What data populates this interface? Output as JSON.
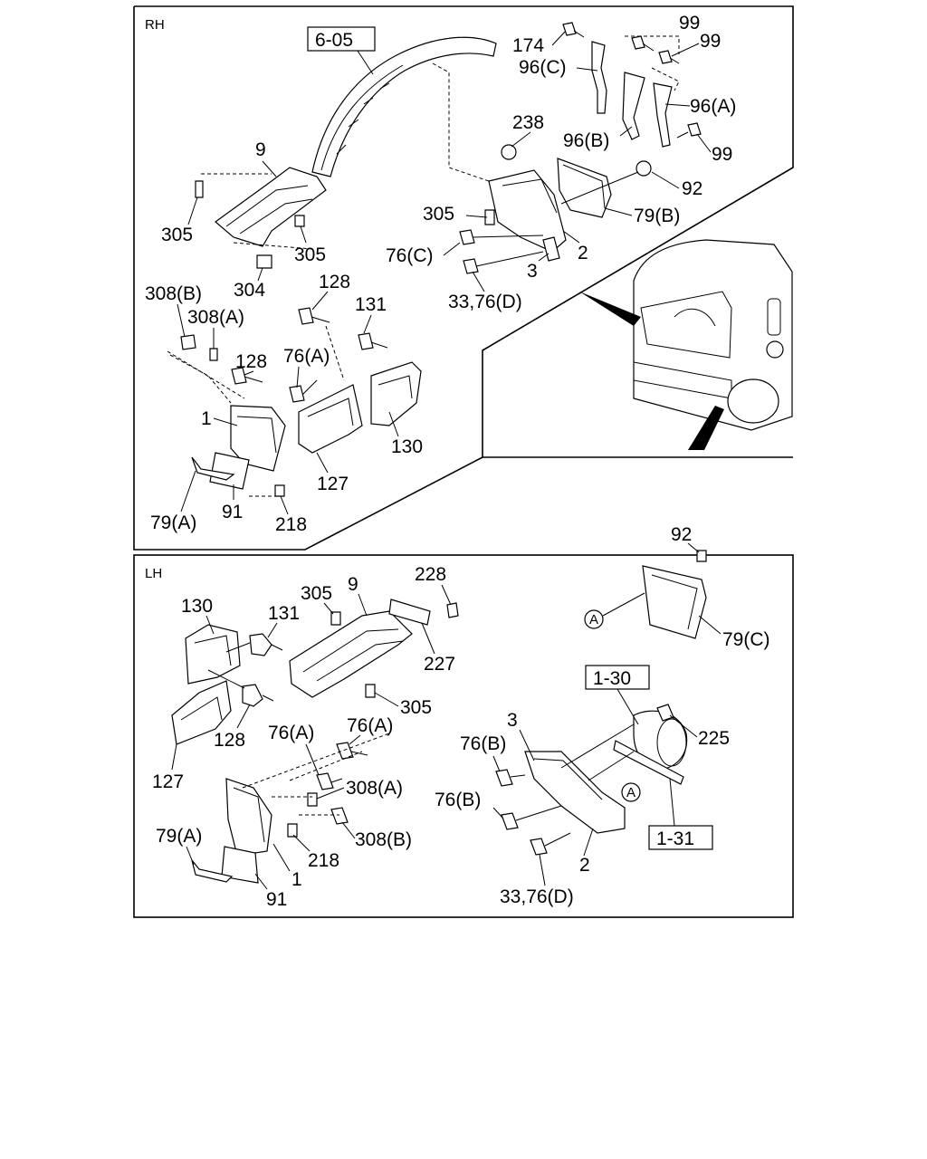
{
  "rh_panel": {
    "title": "RH",
    "ref_box": "6-05",
    "callouts": [
      "99",
      "174",
      "99",
      "96(C)",
      "96(A)",
      "238",
      "96(B)",
      "99",
      "9",
      "92",
      "305",
      "79(B)",
      "305",
      "305",
      "2",
      "76(C)",
      "3",
      "304",
      "33,76(D)",
      "308(B)",
      "128",
      "308(A)",
      "131",
      "128",
      "76(A)",
      "1",
      "130",
      "127",
      "79(A)",
      "91",
      "218"
    ]
  },
  "lh_panel": {
    "title": "LH",
    "callouts": [
      "92",
      "228",
      "305",
      "9",
      "130",
      "131",
      "227",
      "79(C)",
      "305",
      "1-30",
      "76(A)",
      "76(A)",
      "128",
      "3",
      "225",
      "127",
      "76(B)",
      "308(A)",
      "76(B)",
      "79(A)",
      "218",
      "308(B)",
      "1-31",
      "2",
      "1",
      "91",
      "33,76(D)"
    ]
  },
  "circled_ref": "A"
}
